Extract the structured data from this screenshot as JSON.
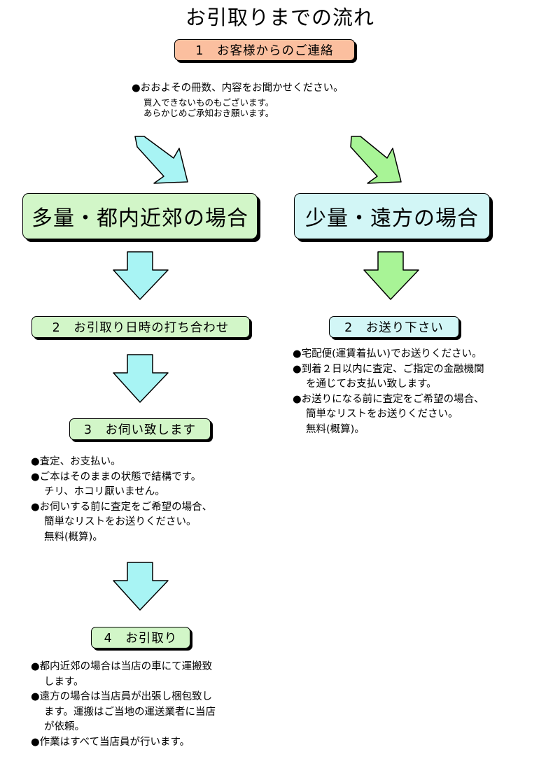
{
  "title": "お引取りまでの流れ",
  "step1": {
    "label": "1　お客様からのご連絡",
    "main": "●おおよその冊数、内容をお聞かせください。",
    "note1": "買入できないものもございます。",
    "note2": "あらかじめご承知おき願います。"
  },
  "left": {
    "heading": "多量・都内近郊の場合",
    "step2": "2　お引取り日時の打ち合わせ",
    "step3": "3　お伺い致します",
    "step3_lines": [
      "●査定、お支払い。",
      "●ご本はそのままの状態で結構です。",
      "チリ、ホコリ厭いません。",
      "●お伺いする前に査定をご希望の場合、",
      "簡単なリストをお送りください。",
      "無料(概算)。"
    ],
    "step4": "4　お引取り",
    "step4_lines": [
      "●都内近郊の場合は当店の車にて運搬致",
      "します。",
      "●遠方の場合は当店員が出張し梱包致し",
      "ます。運搬はご当地の運送業者に当店",
      "が依頼。",
      "●作業はすべて当店員が行います。"
    ]
  },
  "right": {
    "heading": "少量・遠方の場合",
    "step2": "2　お送り下さい",
    "lines": [
      "●宅配便(運賃着払い)でお送りください。",
      "●到着２日以内に査定、ご指定の金融機関",
      "を通じてお支払い致します。",
      "●お送りになる前に査定をご希望の場合、",
      "簡単なリストをお送りください。",
      "無料(概算)。"
    ]
  },
  "colors": {
    "orange": "#fbbf9f",
    "green": "#d2f6c8",
    "cyan": "#d2f6f6",
    "arrow_cyan": "#a8f4f4",
    "arrow_green": "#a8f496"
  }
}
